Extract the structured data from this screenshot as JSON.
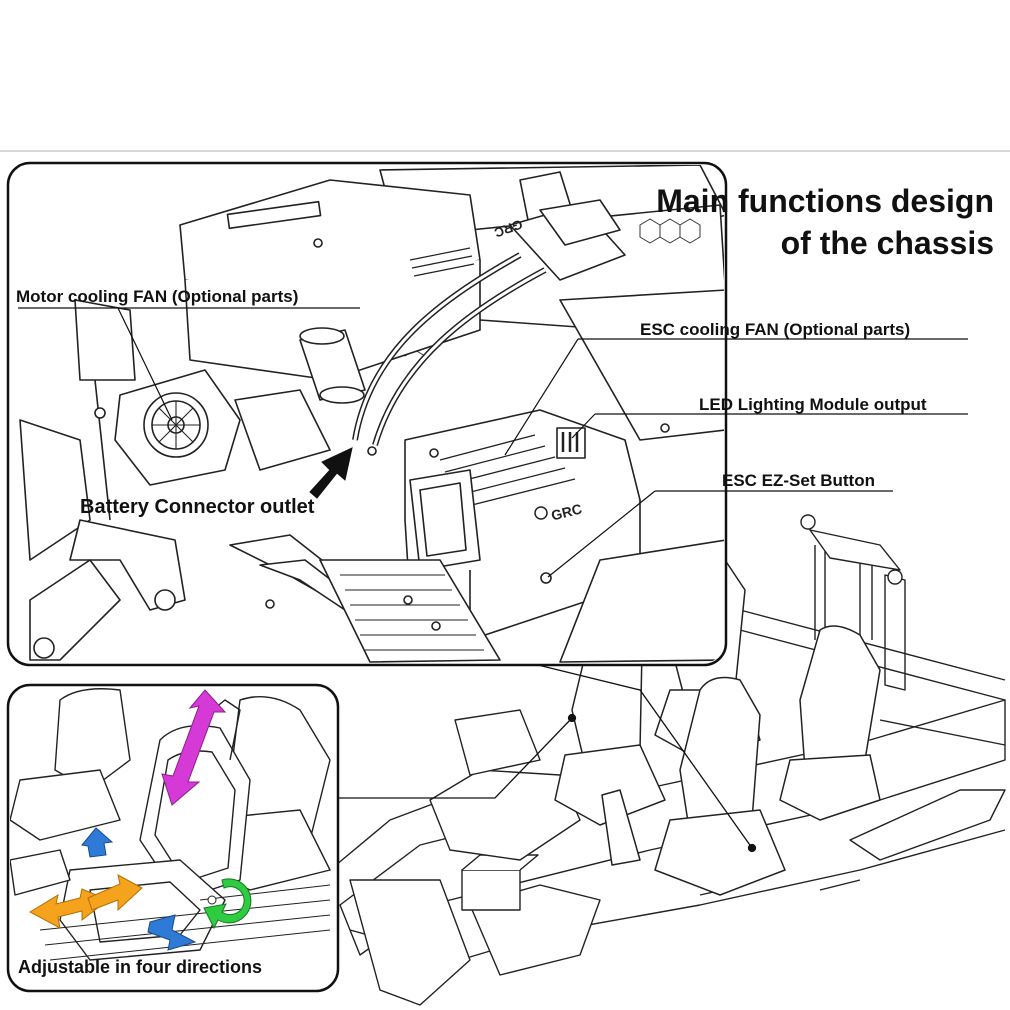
{
  "title": {
    "line1": "Main functions design",
    "line2": "of the chassis"
  },
  "labels": {
    "motor_fan": "Motor cooling FAN (Optional parts)",
    "esc_fan": "ESC cooling FAN (Optional parts)",
    "led_module": "LED Lighting Module output",
    "ez_set": "ESC EZ-Set Button",
    "battery_outlet": "Battery Connector outlet",
    "seat_adjust": "Adjustable in four directions"
  },
  "brand_marks": {
    "grc_main": "GRC",
    "grc_cover": "GRC"
  },
  "colors": {
    "line": "#111111",
    "arrow_up_down": "#d63ad6",
    "arrow_forward_back": "#f5a21d",
    "arrow_blue": "#2f7ad6",
    "arrow_rotate": "#2ecc40"
  }
}
